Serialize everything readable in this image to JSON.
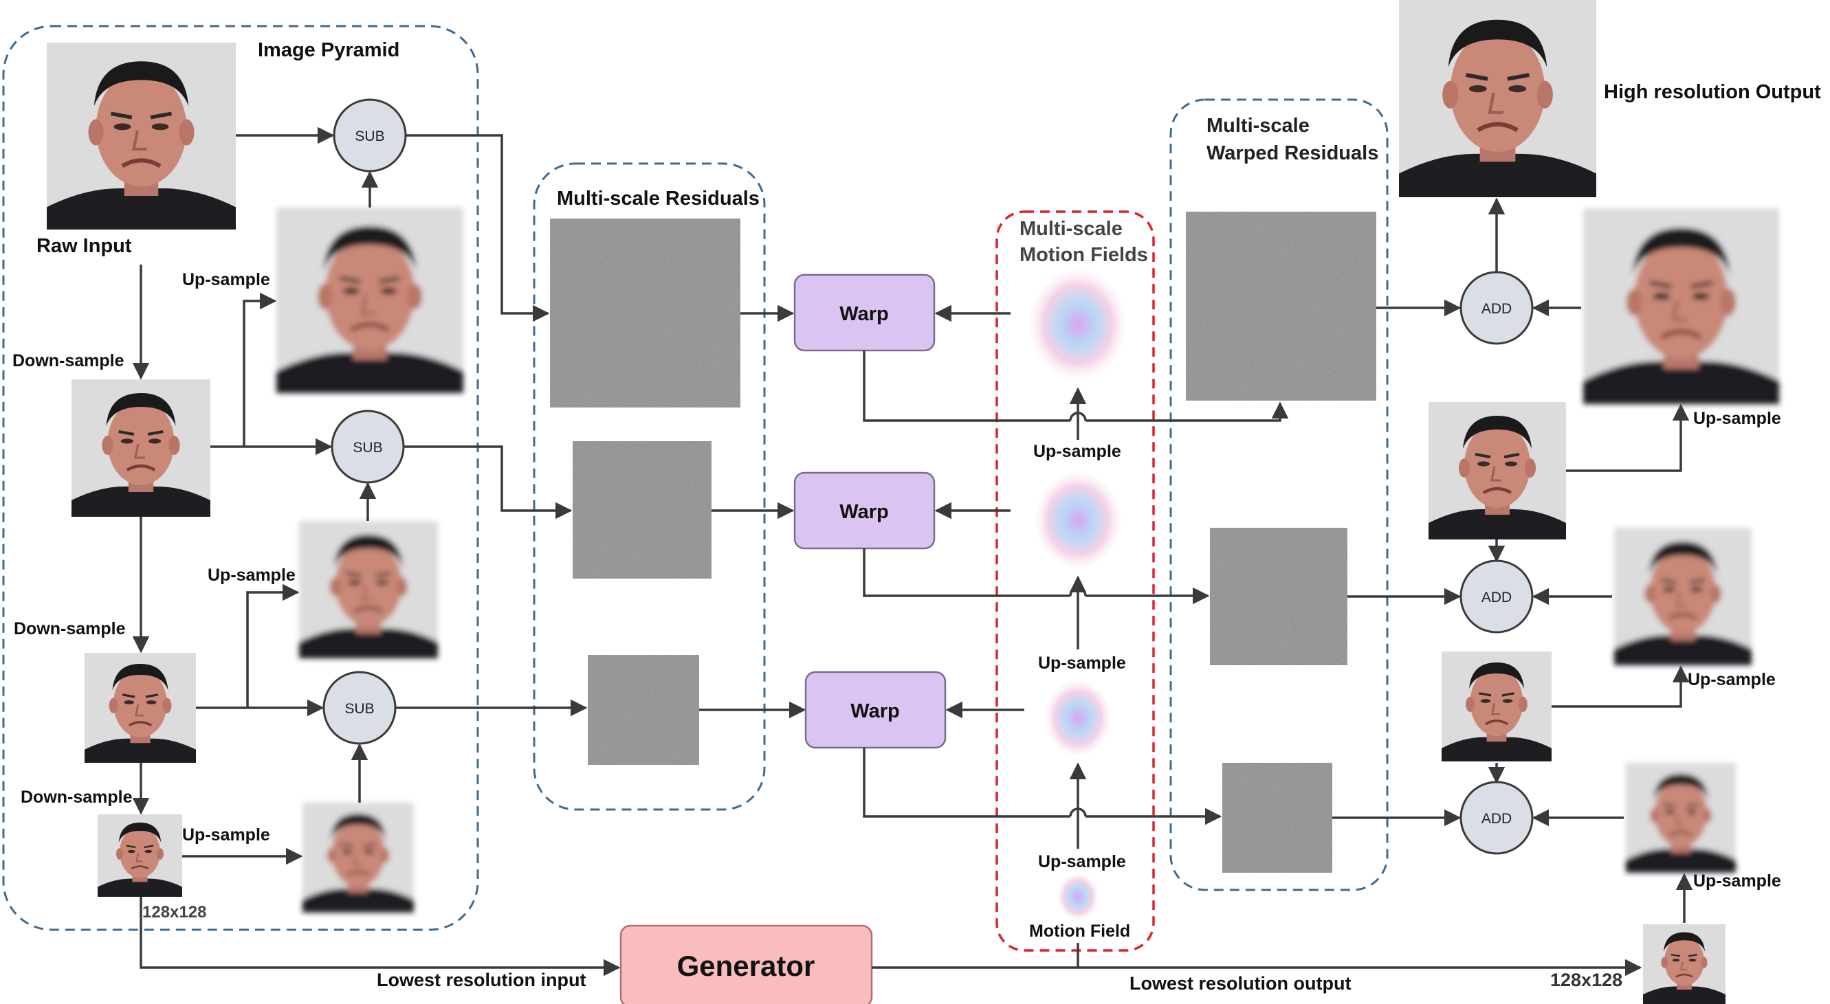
{
  "groups": {
    "image_pyramid": "Image Pyramid",
    "multiscale_residuals": "Multi-scale Residuals",
    "multiscale_motion_fields": [
      "Multi-scale",
      "Motion Fields"
    ],
    "multiscale_warped_residuals": [
      "Multi-scale",
      "Warped Residuals"
    ]
  },
  "labels": {
    "raw_input": "Raw Input",
    "down_sample": "Down-sample",
    "up_sample": "Up-sample",
    "size_input": "128x128",
    "size_output": "128x128",
    "lowest_res_input": "Lowest resolution input",
    "lowest_res_output": "Lowest resolution output",
    "motion_field": "Motion Field",
    "high_res_output": "High resolution Output"
  },
  "ops": {
    "sub": "SUB",
    "add": "ADD",
    "warp": "Warp",
    "generator": "Generator"
  },
  "colors": {
    "group_border": "#3f6b8f",
    "motion_border": "#d9262a",
    "warp_fill": "#dcc4f2",
    "warp_border": "#7b6a90",
    "generator_fill": "#f9bdbd",
    "generator_border": "#b07070",
    "op_circle_fill": "#d9dee7",
    "arrow": "#3a3a3a",
    "residual_gray": "#7b7b7b"
  }
}
